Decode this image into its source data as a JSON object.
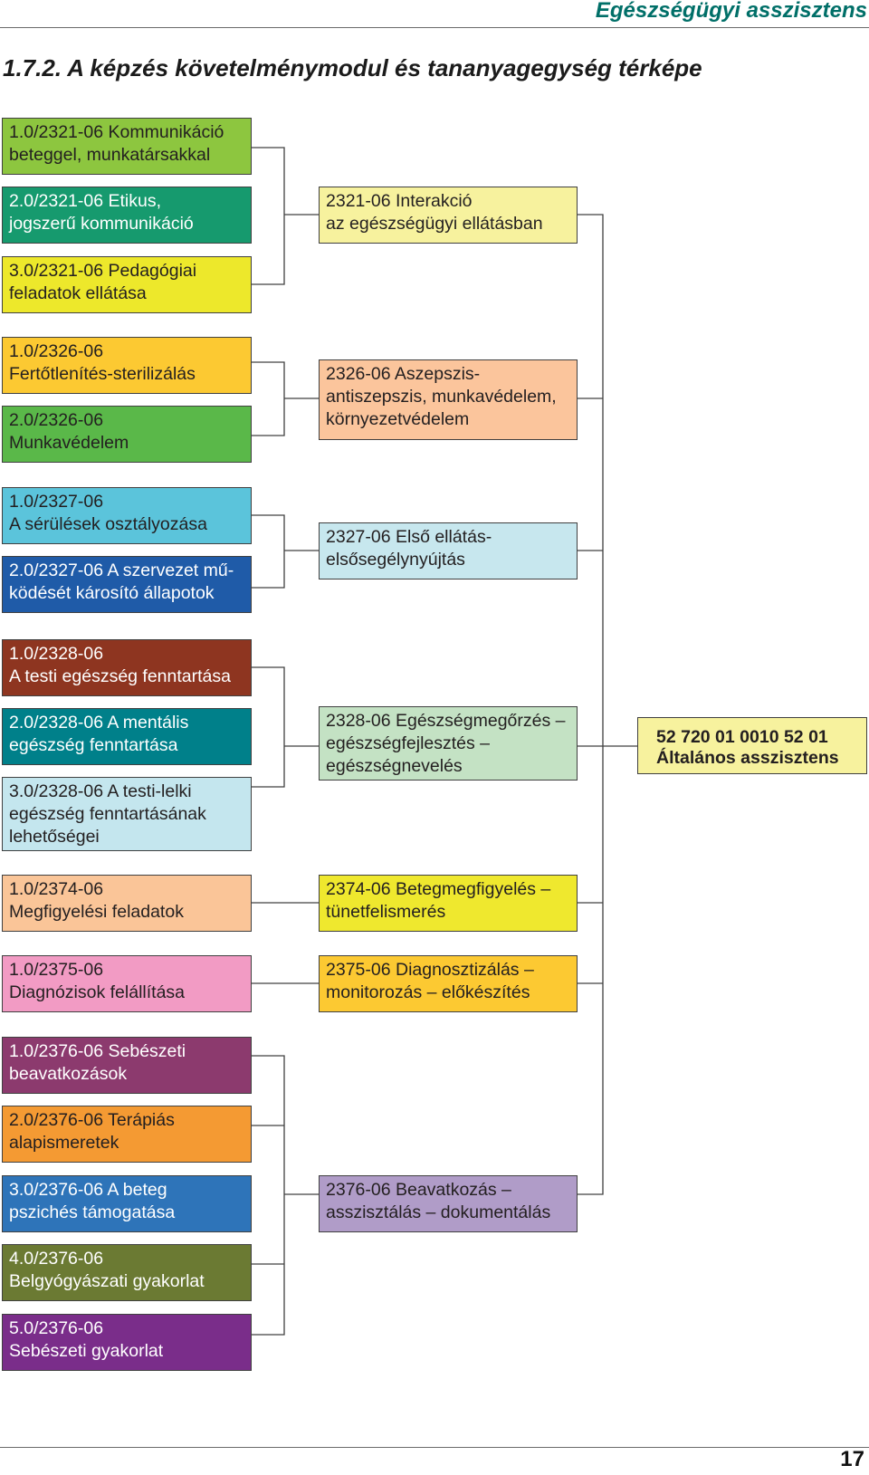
{
  "header": {
    "running_title": "Egészségügyi asszisztens",
    "page_number": "17"
  },
  "section_title": "1.7.2. A képzés követelménymodul és tananyagegység térképe",
  "units": [
    {
      "id": "u1",
      "text": "1.0/2321-06 Kommunikáció\nbeteggel, munkatársakkal",
      "bg": "#8dc63f",
      "fg": "#231f20"
    },
    {
      "id": "u2",
      "text": "2.0/2321-06 Etikus,\njogszerű kommunikáció",
      "bg": "#169a6e",
      "fg": "#ffffff"
    },
    {
      "id": "u3",
      "text": "3.0/2321-06 Pedagógiai\nfeladatok ellátása",
      "bg": "#ede82b",
      "fg": "#231f20"
    },
    {
      "id": "u4",
      "text": "1.0/2326-06\nFertőtlenítés-sterilizálás",
      "bg": "#fcc932",
      "fg": "#231f20"
    },
    {
      "id": "u5",
      "text": "2.0/2326-06\nMunkavédelem",
      "bg": "#5ab849",
      "fg": "#231f20"
    },
    {
      "id": "u6",
      "text": "1.0/2327-06\nA sérülések osztályozása",
      "bg": "#5bc4db",
      "fg": "#231f20"
    },
    {
      "id": "u7",
      "text": "2.0/2327-06 A szervezet mű-\nködését károsító állapotok",
      "bg": "#1f5ba8",
      "fg": "#ffffff"
    },
    {
      "id": "u8",
      "text": "1.0/2328-06\nA testi egészség fenntartása",
      "bg": "#8e3520",
      "fg": "#ffffff"
    },
    {
      "id": "u9",
      "text": "2.0/2328-06 A mentális\negészség fenntartása",
      "bg": "#00808a",
      "fg": "#ffffff"
    },
    {
      "id": "u10",
      "text": "3.0/2328-06 A testi-lelki\negészség fenntartásának\nlehetőségei",
      "bg": "#c4e6ee",
      "fg": "#231f20"
    },
    {
      "id": "u11",
      "text": "1.0/2374-06\nMegfigyelési feladatok",
      "bg": "#fac598",
      "fg": "#231f20"
    },
    {
      "id": "u12",
      "text": "1.0/2375-06\nDiagnózisok felállítása",
      "bg": "#f29bc4",
      "fg": "#231f20"
    },
    {
      "id": "u13",
      "text": "1.0/2376-06 Sebészeti\nbeavatkozások",
      "bg": "#8c3a6e",
      "fg": "#ffffff"
    },
    {
      "id": "u14",
      "text": "2.0/2376-06 Terápiás\nalapismeretek",
      "bg": "#f49a33",
      "fg": "#231f20"
    },
    {
      "id": "u15",
      "text": "3.0/2376-06 A beteg\npszichés támogatása",
      "bg": "#2e74b9",
      "fg": "#ffffff"
    },
    {
      "id": "u16",
      "text": "4.0/2376-06\nBelgyógyászati gyakorlat",
      "bg": "#6b7a33",
      "fg": "#ffffff"
    },
    {
      "id": "u17",
      "text": "5.0/2376-06\nSebészeti gyakorlat",
      "bg": "#7a2d8a",
      "fg": "#ffffff"
    }
  ],
  "modules": [
    {
      "id": "m1",
      "text": "2321-06 Interakció\naz egészségügyi ellátásban",
      "bg": "#f7f29e"
    },
    {
      "id": "m2",
      "text": "2326-06 Aszepszis-\nantiszepszis, munkavédelem,\nkörnyezetvédelem",
      "bg": "#fbc59c"
    },
    {
      "id": "m3",
      "text": "2327-06 Első ellátás-\nelsősegélynyújtás",
      "bg": "#c7e7ee"
    },
    {
      "id": "m4",
      "text": "2328-06 Egészségmegőrzés –\negészségfejlesztés –\negészségnevelés",
      "bg": "#c4e2c4"
    },
    {
      "id": "m5",
      "text": "2374-06 Betegmegfigyelés –\ntünetfelismerés",
      "bg": "#efe82e"
    },
    {
      "id": "m6",
      "text": "2375-06 Diagnosztizálás –\nmonitorozás – előkészítés",
      "bg": "#fcc932"
    },
    {
      "id": "m7",
      "text": "2376-06 Beavatkozás –\nasszisztálás – dokumentálás",
      "bg": "#b09cc8"
    }
  ],
  "qualification": {
    "text": "52 720 01 0010 52 01\nÁltalános asszisztens",
    "bg": "#f7f29e"
  }
}
